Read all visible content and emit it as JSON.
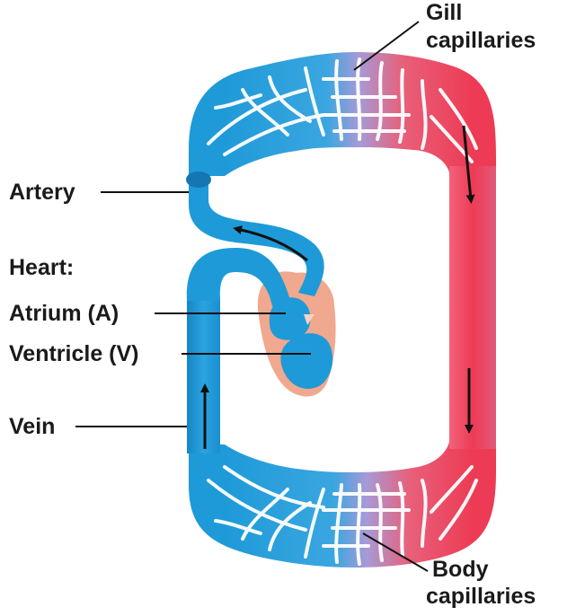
{
  "labels": {
    "gill_line1": "Gill",
    "gill_line2": "capillaries",
    "artery": "Artery",
    "heart": "Heart:",
    "atrium": "Atrium (A)",
    "ventricle": "Ventricle (V)",
    "vein": "Vein",
    "body_line1": "Body",
    "body_line2": "capillaries"
  },
  "colors": {
    "deoxygenated_blood": "#1e9ad8",
    "oxygenated_blood": "#ee3b55",
    "heart_tissue": "#f0a88e",
    "capillary_mix": "#a79ad6"
  }
}
